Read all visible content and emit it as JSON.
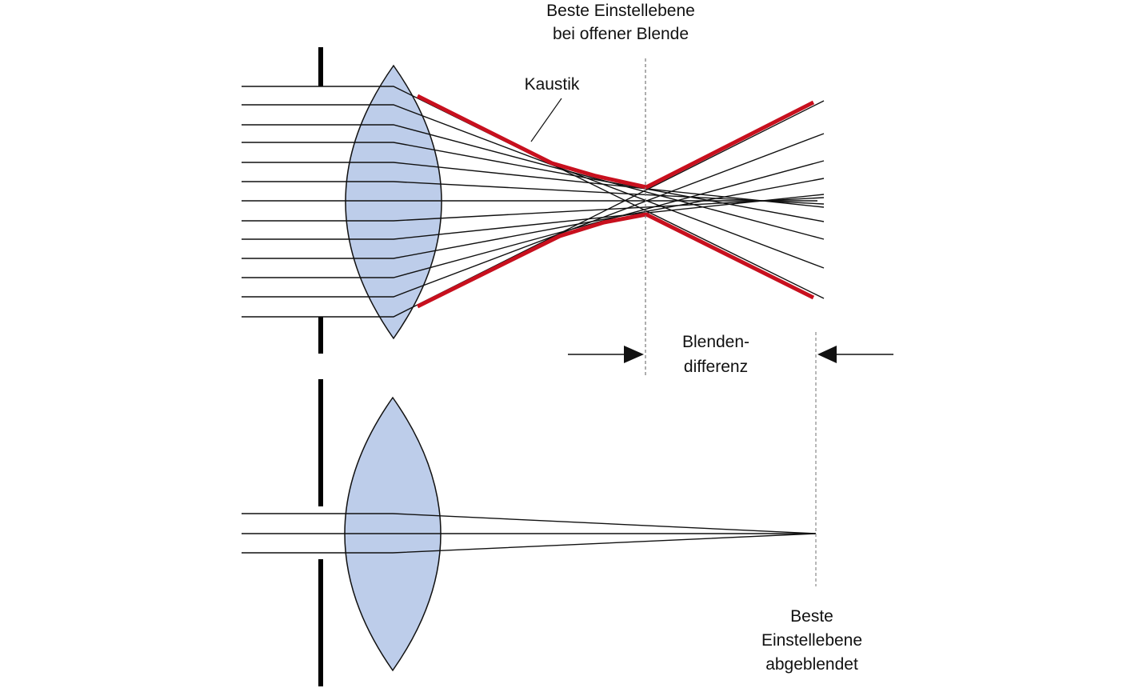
{
  "diagram": {
    "title": "Spherical aberration: focus shift when stopping down (Blendendifferenz)",
    "colors": {
      "lens_fill": "#bdcdea",
      "lens_stroke": "#111111",
      "ray": "#111111",
      "caustic": "#c8101e",
      "aperture": "#000000",
      "guide_line": "#888888"
    },
    "labels": {
      "focus_open_line1": "Beste Einstellebene",
      "focus_open_line2": "bei offener Blende",
      "caustic": "Kaustik",
      "difference_line1": "Blenden-",
      "difference_line2": "differenz",
      "focus_stopped_line1": "Beste",
      "focus_stopped_line2": "Einstellebene",
      "focus_stopped_line3": "abgeblendet"
    },
    "panels": [
      {
        "name": "open-aperture",
        "aperture_state": "open",
        "ray_count": 13
      },
      {
        "name": "stopped-down",
        "aperture_state": "stopped down",
        "ray_count": 3
      }
    ]
  }
}
